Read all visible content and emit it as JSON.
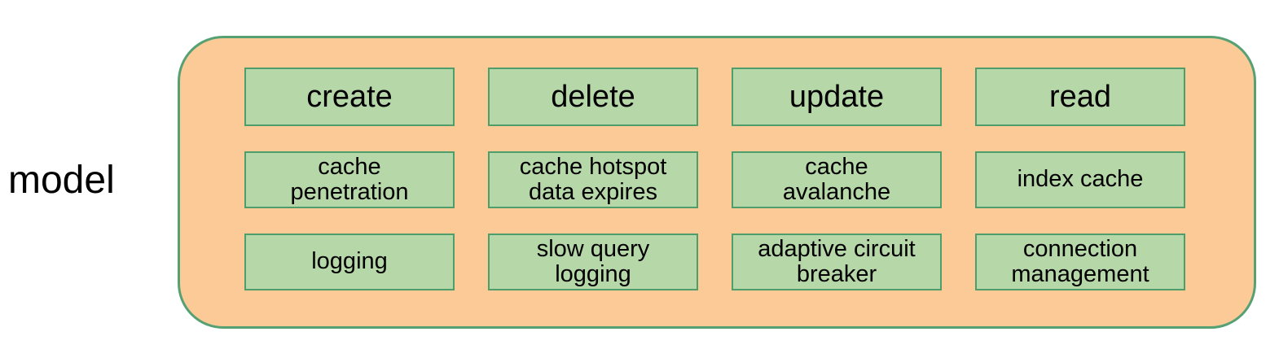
{
  "diagram_label": "model",
  "colors": {
    "page-bg": "#ffffff",
    "container-fill": "#fcca96",
    "container-border": "#56a173",
    "box-fill": "#b6d7a8",
    "box-border": "#4f9d6b",
    "text": "#000000"
  },
  "grid": {
    "columns": [
      "create",
      "delete",
      "update",
      "read"
    ],
    "rows": [
      {
        "cells": [
          "create",
          "delete",
          "update",
          "read"
        ]
      },
      {
        "cells": [
          "cache\npenetration",
          "cache hotspot\ndata expires",
          "cache\navalanche",
          "index cache"
        ]
      },
      {
        "cells": [
          "logging",
          "slow query\nlogging",
          "adaptive circuit\nbreaker",
          "connection\nmanagement"
        ]
      }
    ]
  }
}
